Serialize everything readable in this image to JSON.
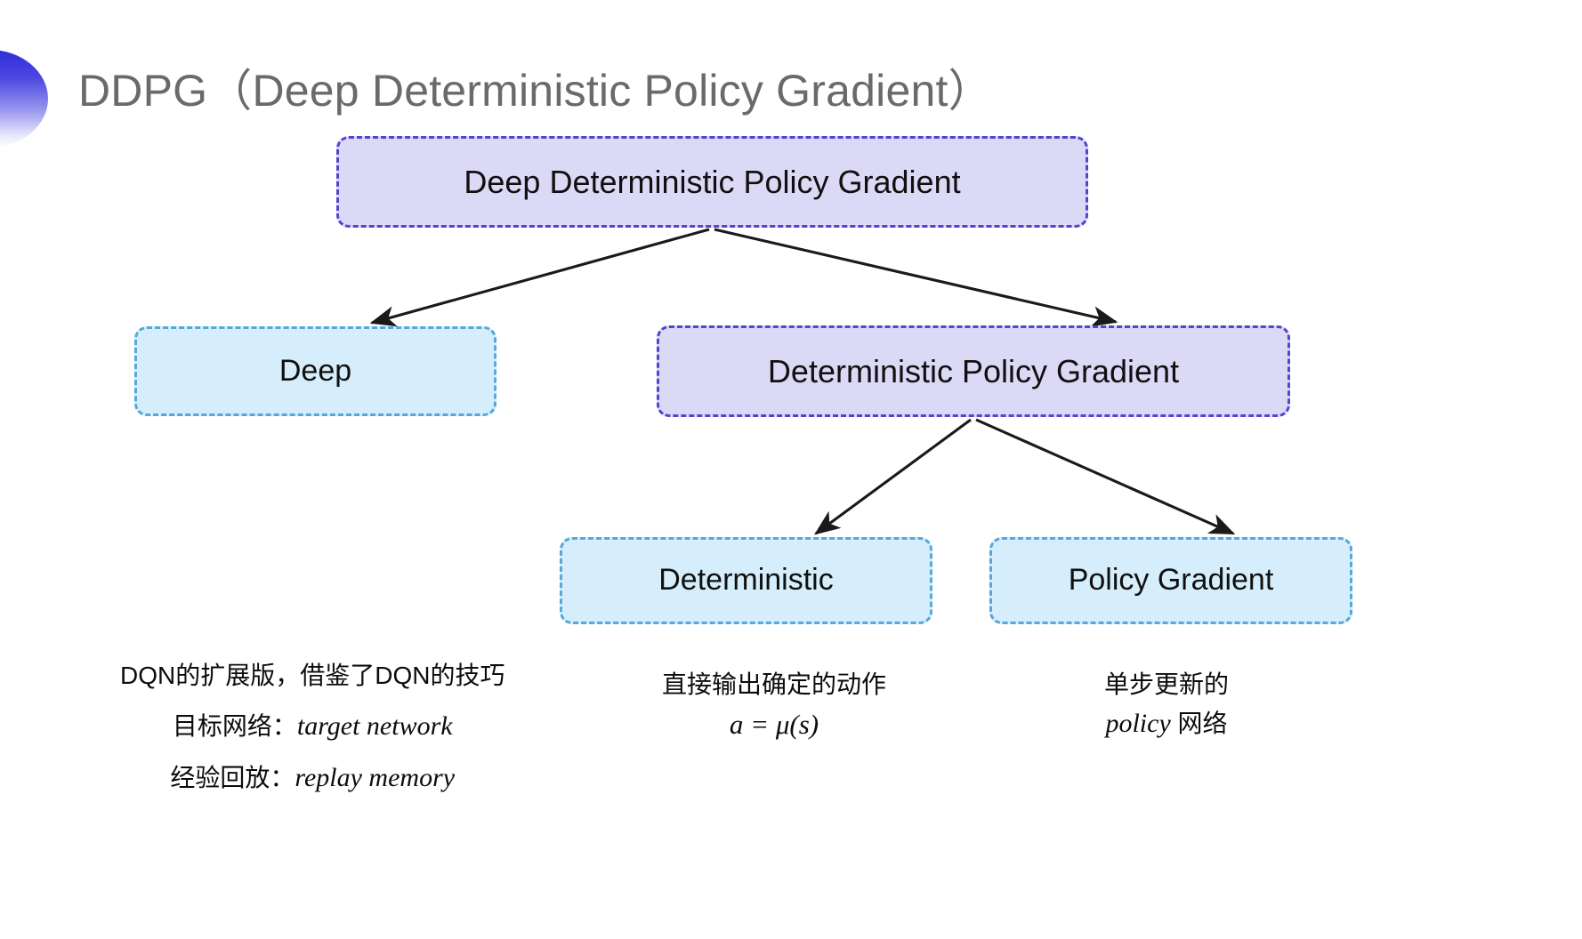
{
  "slide": {
    "title": "DDPG（Deep Deterministic Policy Gradient）",
    "background": "#ffffff",
    "accent_gradient_top": "#2f2fd8",
    "accent_gradient_bottom": "#ffffff",
    "title_color": "#6a6a6a"
  },
  "colors": {
    "purple_fill": "#dcd9f7",
    "purple_border": "#4f45cf",
    "blue_fill": "#d6eefb",
    "blue_border": "#55a8d9",
    "connector": "#1a1a1a"
  },
  "diagram": {
    "nodes": [
      {
        "id": "root",
        "label": "Deep Deterministic Policy Gradient",
        "style": "purple"
      },
      {
        "id": "deep",
        "label": "Deep",
        "style": "blue"
      },
      {
        "id": "dpg",
        "label": "Deterministic Policy Gradient",
        "style": "purple"
      },
      {
        "id": "det",
        "label": "Deterministic",
        "style": "blue"
      },
      {
        "id": "pg",
        "label": "Policy Gradient",
        "style": "blue"
      }
    ],
    "edges": [
      {
        "from": "root",
        "to": "deep"
      },
      {
        "from": "root",
        "to": "dpg"
      },
      {
        "from": "dpg",
        "to": "det"
      },
      {
        "from": "dpg",
        "to": "pg"
      }
    ]
  },
  "annotations": {
    "deep": {
      "line1": "DQN的扩展版，借鉴了DQN的技巧",
      "line2_label": "目标网络：",
      "line2_term": "target network",
      "line3_label": "经验回放：",
      "line3_term": "replay memory"
    },
    "deterministic": {
      "line1": "直接输出确定的动作",
      "formula": "a = μ(s)"
    },
    "policy_gradient": {
      "line1": "单步更新的",
      "line2_term": "policy",
      "line2_suffix": " 网络"
    }
  }
}
